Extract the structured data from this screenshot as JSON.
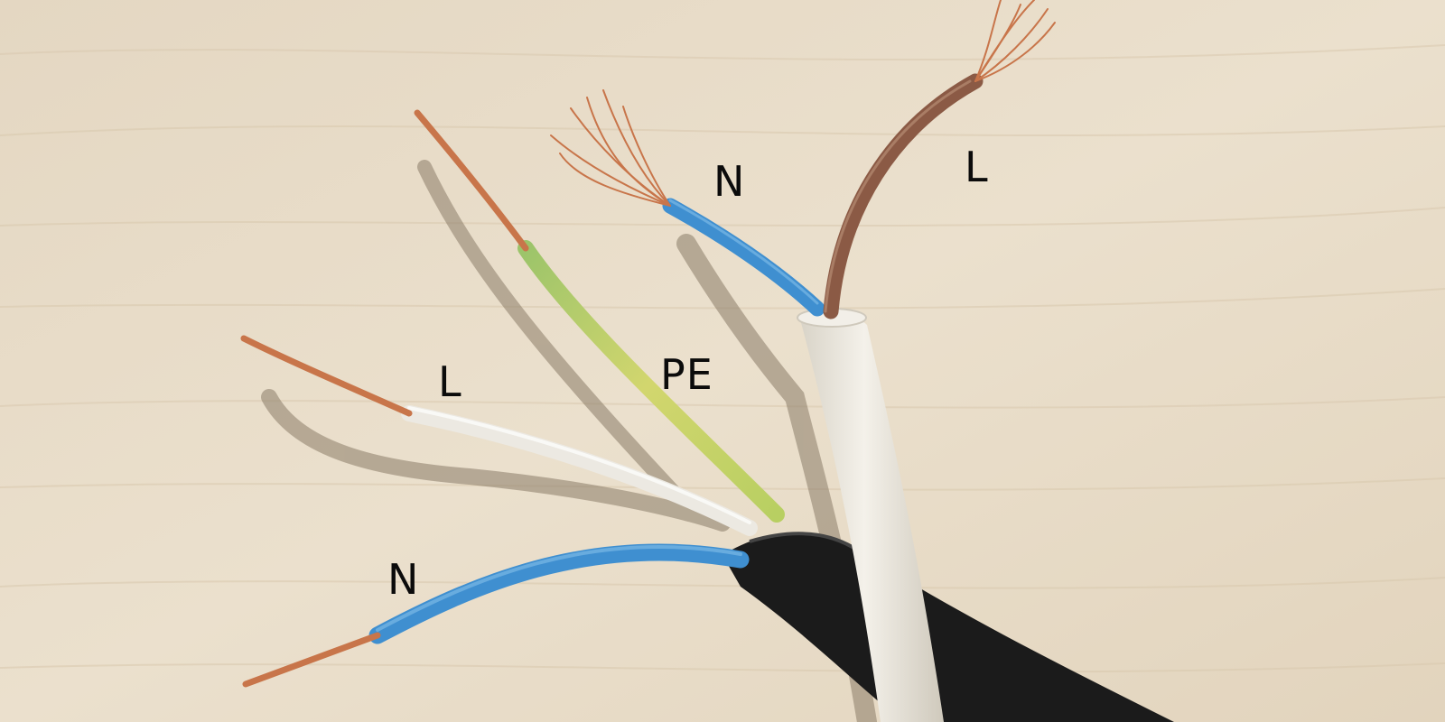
{
  "labels": {
    "top_neutral": "N",
    "top_live": "L",
    "protective_earth": "PE",
    "left_live": "L",
    "left_neutral": "N"
  },
  "colors": {
    "board": "#e8dcc8",
    "neutral_blue": "#3f8fd0",
    "live_brown": "#8b5a45",
    "earth_yellow": "#c9d36a",
    "earth_green": "#8fc06a",
    "live_white": "#ece9e2",
    "copper": "#c8754a",
    "black_sheath": "#1b1b1b",
    "white_sheath": "#eeeae0"
  }
}
